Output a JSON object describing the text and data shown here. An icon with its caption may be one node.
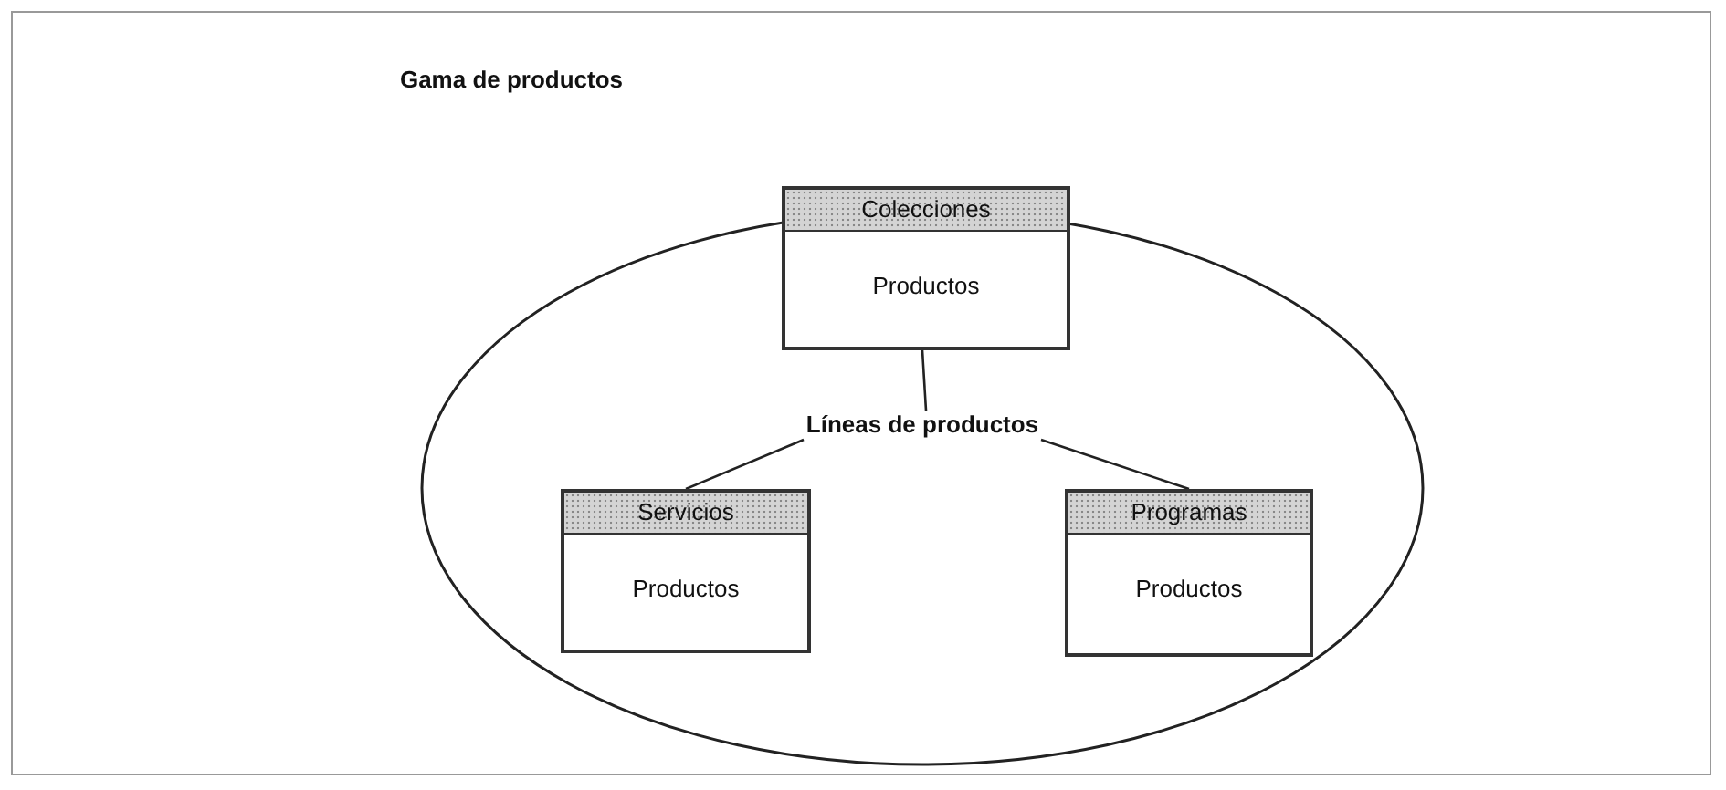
{
  "diagram": {
    "title": "Gama de productos",
    "nodes": [
      {
        "text": [],
        "shape": "ellipse"
      },
      {
        "text": [
          "Colecciones",
          "Productos"
        ],
        "in": 0
      },
      {
        "text": [
          "Líneas de productos"
        ],
        "in": 0
      },
      {
        "text": [
          "Servicios",
          "Productos"
        ],
        "in": 0
      },
      {
        "text": [
          "Programas",
          "Productos"
        ],
        "in": 0
      }
    ],
    "edges": [
      {
        "from": 1,
        "to": 2,
        "arrow": "none"
      },
      {
        "from": 2,
        "to": 3,
        "arrow": "none"
      },
      {
        "from": 2,
        "to": 4,
        "arrow": "none"
      }
    ]
  }
}
